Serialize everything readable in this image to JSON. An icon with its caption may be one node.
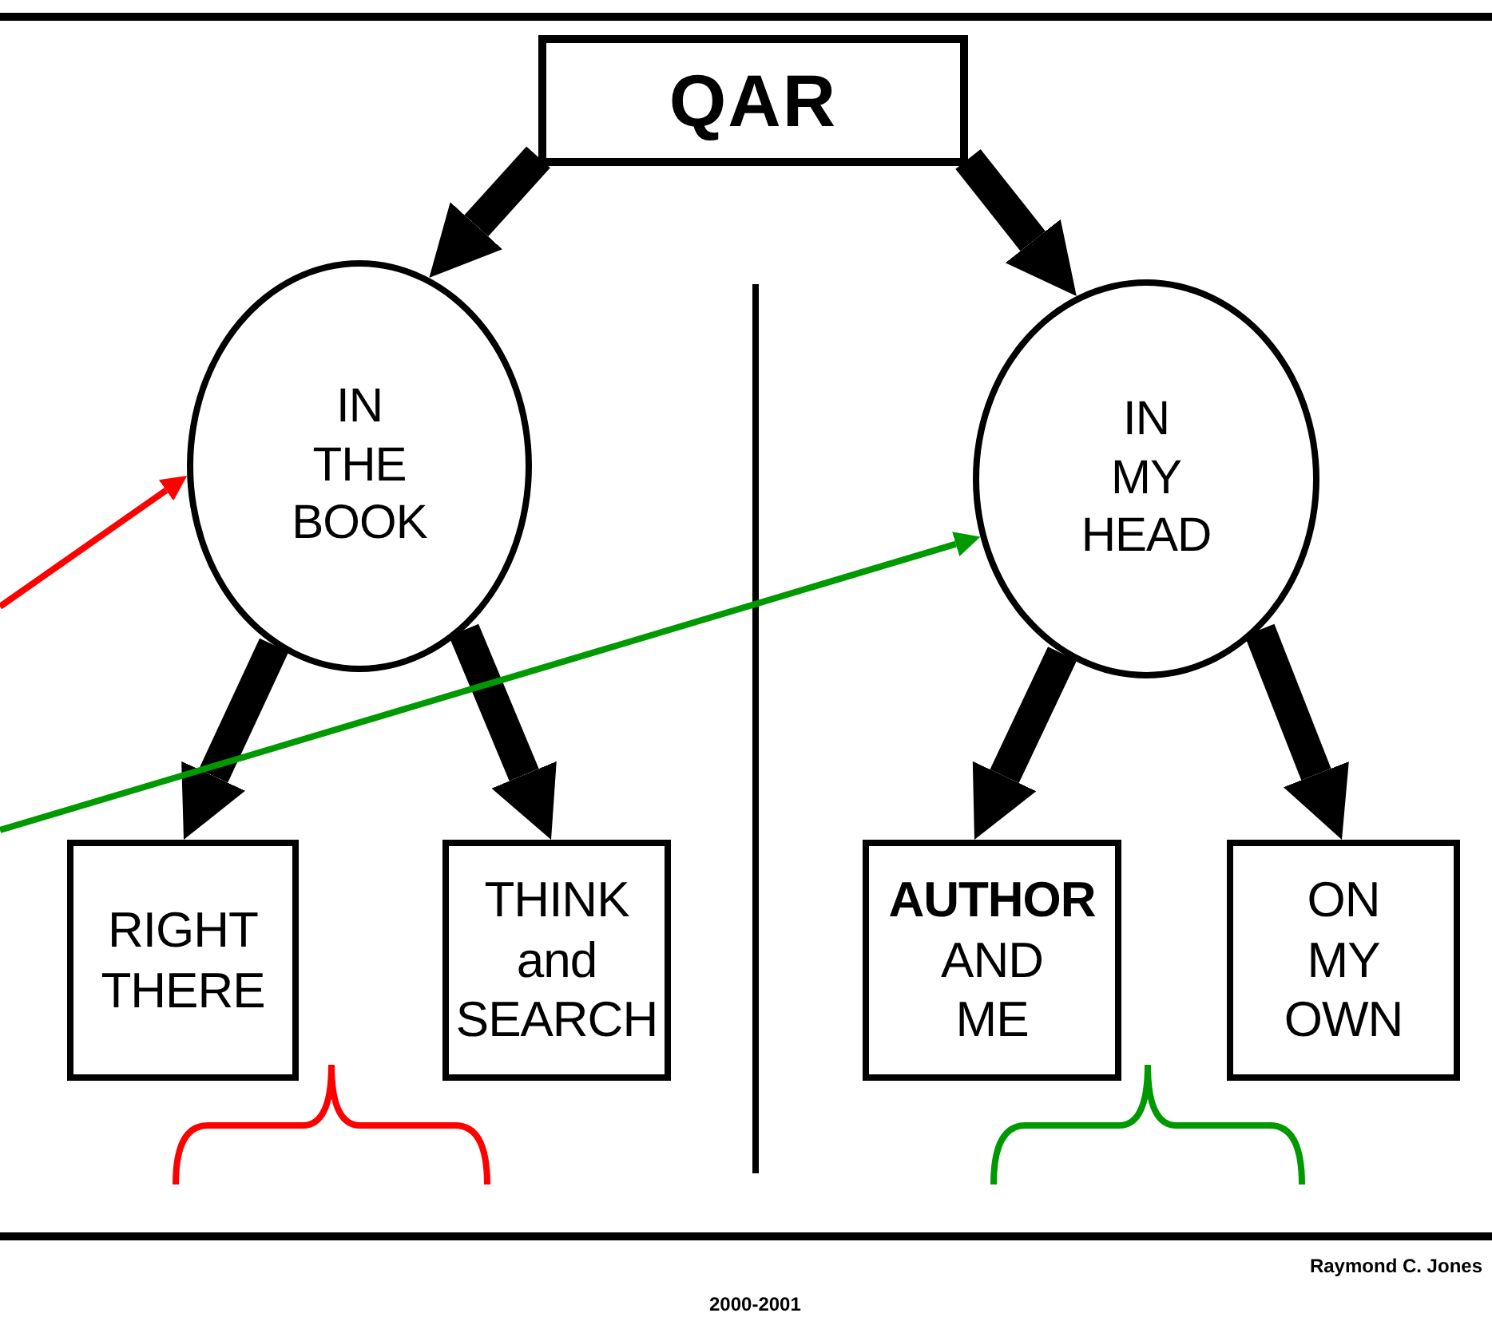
{
  "diagram": {
    "nodes": [
      {
        "text": [
          "QAR"
        ]
      },
      {
        "text": [
          "IN THE BOOK"
        ]
      },
      {
        "text": [
          "IN MY HEAD"
        ]
      },
      {
        "text": [
          "RIGHT THERE"
        ]
      },
      {
        "text": [
          "THINK and SEARCH"
        ]
      },
      {
        "text": [
          "**AUTHOR** AND ME"
        ]
      },
      {
        "text": [
          "ON MY OWN"
        ]
      }
    ],
    "edges": [
      {
        "from": 0,
        "to": 1,
        "arrow": "to"
      },
      {
        "from": 0,
        "to": 2,
        "arrow": "to"
      },
      {
        "from": 1,
        "to": 3,
        "arrow": "to"
      },
      {
        "from": 1,
        "to": 4,
        "arrow": "to"
      },
      {
        "from": 2,
        "to": 5,
        "arrow": "to"
      },
      {
        "from": 2,
        "to": 6,
        "arrow": "to"
      },
      {
        "from": null,
        "to": 1,
        "arrow": "to",
        "color": "#ff0000"
      },
      {
        "from": null,
        "to": 2,
        "arrow": "to",
        "color": "#009900"
      }
    ],
    "labels": [
      "Raymond C. Jones",
      "2000-2001"
    ]
  }
}
